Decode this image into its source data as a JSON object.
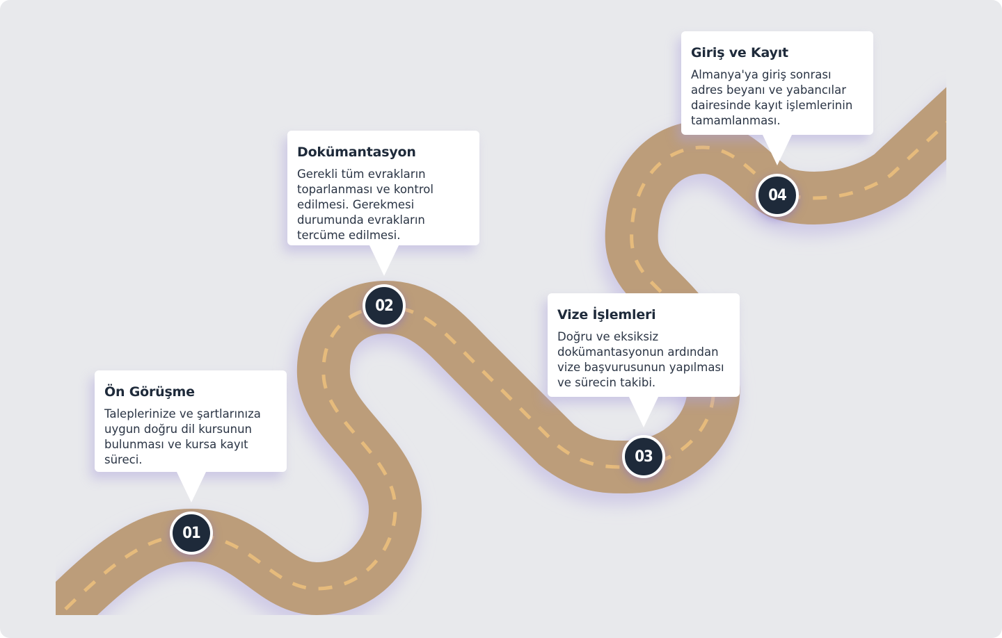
{
  "colors": {
    "background": "#E8E9EC",
    "road": "#BC9D7A",
    "road_dash": "#E6BB7C",
    "marker": "#1E2A3A",
    "card": "#FFFFFF"
  },
  "steps": [
    {
      "number": "01",
      "title": "Ön Görüşme",
      "lines": [
        "Taleplerinize ve şartlarınıza",
        "uygun doğru dil kursunun",
        "bulunması ve kursa kayıt",
        "süreci."
      ]
    },
    {
      "number": "02",
      "title": "Dokümantasyon",
      "lines": [
        "Gerekli tüm evrakların",
        "toparlanması ve kontrol",
        "edilmesi. Gerekmesi",
        "durumunda evrakların",
        "tercüme edilmesi."
      ]
    },
    {
      "number": "03",
      "title": "Vize İşlemleri",
      "lines": [
        "Doğru ve eksiksiz",
        "dokümantasyonun ardından",
        "vize başvurusunun yapılması",
        "ve sürecin takibi."
      ]
    },
    {
      "number": "04",
      "title": "Giriş ve Kayıt",
      "lines": [
        "Almanya'ya giriş sonrası",
        "adres beyanı ve yabancılar",
        "dairesinde kayıt işlemlerinin",
        "tamamlanması."
      ]
    }
  ]
}
